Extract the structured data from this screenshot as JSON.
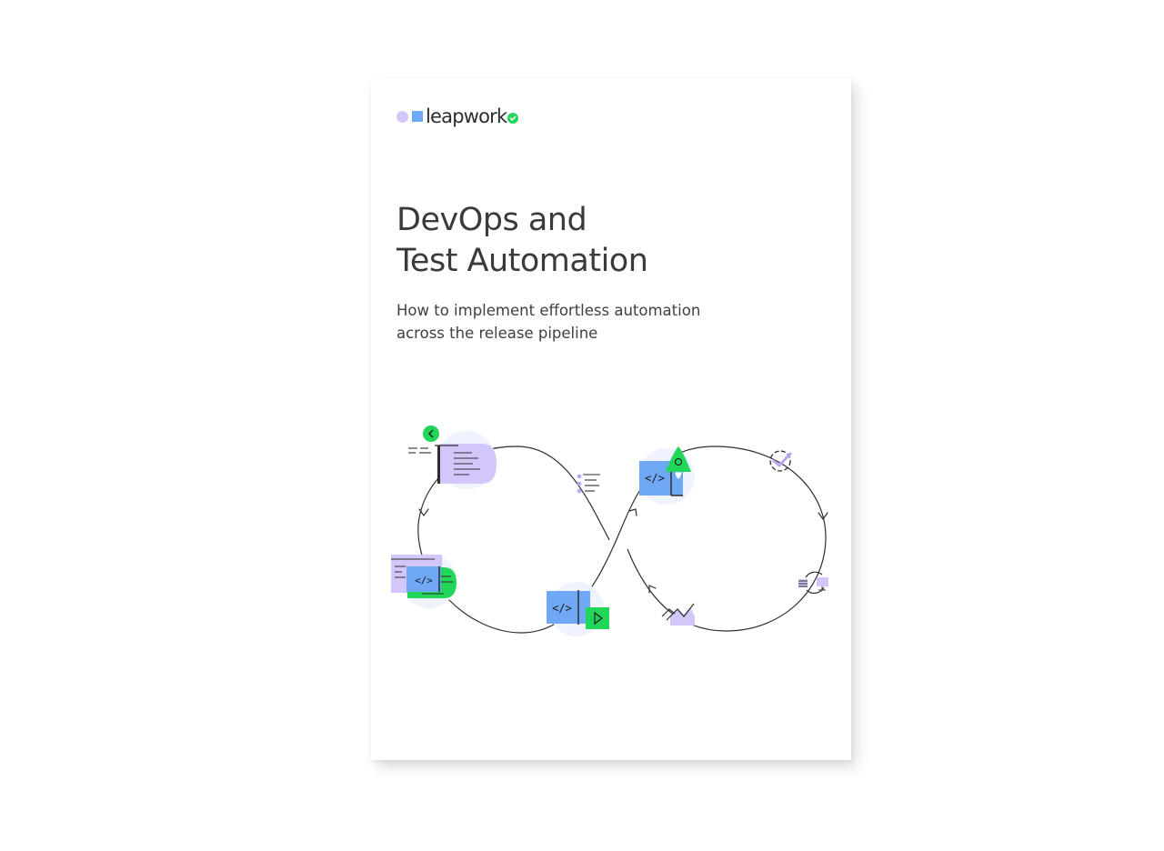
{
  "brand": {
    "name": "leapwork",
    "colors": {
      "purple": "#d2c6fb",
      "blue": "#6fa8f5",
      "green": "#22d65a",
      "text": "#3a3a3a"
    }
  },
  "cover": {
    "title_line1": "DevOps and",
    "title_line2": "Test Automation",
    "subtitle_line1": "How to implement effortless automation",
    "subtitle_line2": "across the release pipeline"
  },
  "illustration": {
    "type": "infinity-loop",
    "icons": [
      "back-arrow-icon",
      "plan-document-icon",
      "list-icon",
      "code-editor-icon",
      "code-run-icon",
      "release-rocket-icon",
      "settings-check-icon",
      "deploy-sync-icon",
      "monitor-chart-icon"
    ]
  }
}
